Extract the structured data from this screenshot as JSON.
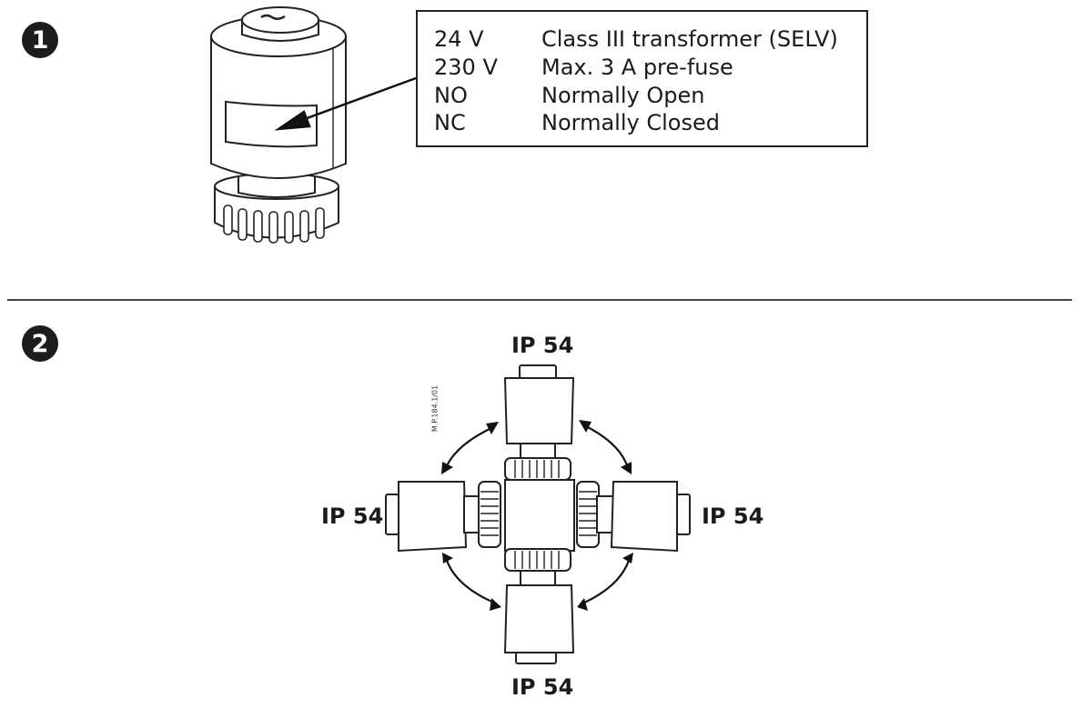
{
  "section1": {
    "number": "1",
    "label_specs": [
      {
        "code": "24 V",
        "description": "Class III transformer (SELV)"
      },
      {
        "code": "230 V",
        "description": "Max. 3 A pre-fuse"
      },
      {
        "code": "NO",
        "description": "Normally Open"
      },
      {
        "code": "NC",
        "description": "Normally Closed"
      }
    ]
  },
  "section2": {
    "number": "2",
    "orientation_labels": {
      "top": "IP 54",
      "left": "IP 54",
      "right": "IP 54",
      "bottom": "IP 54"
    },
    "reference_code": "M.P.184.1/01"
  }
}
